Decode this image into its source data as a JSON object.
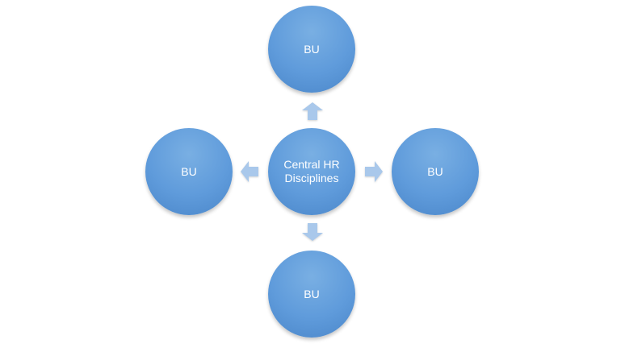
{
  "diagram": {
    "center": {
      "label": "Central HR\nDisciplines"
    },
    "nodes": [
      {
        "id": "top",
        "label": "BU"
      },
      {
        "id": "left",
        "label": "BU"
      },
      {
        "id": "right",
        "label": "BU"
      },
      {
        "id": "bottom",
        "label": "BU"
      }
    ]
  },
  "colors": {
    "node_fill": "#5f9bdb",
    "node_light": "#79afe3",
    "node_dark": "#4a86c9",
    "arrow_fill": "#a9c8eb",
    "text": "#ffffff"
  }
}
